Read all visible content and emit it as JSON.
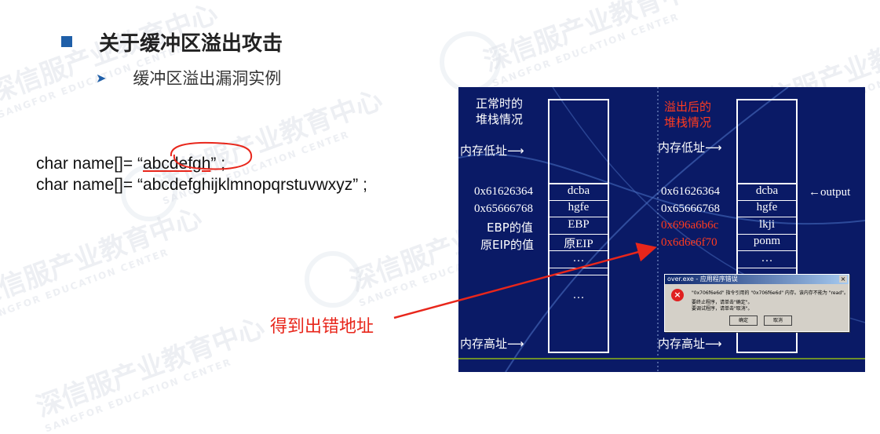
{
  "slide": {
    "title": "关于缓冲区溢出攻击",
    "subtitle": "缓冲区溢出漏洞实例",
    "bullet_arrow": "➤"
  },
  "watermark": {
    "text": "深信服产业教育中心",
    "english": "SANGFOR EDUCATION CENTER"
  },
  "code": {
    "line1_prefix": "char name[]= “",
    "line1_value": "abcdefgh",
    "line1_suffix": "” ;",
    "line2": "char name[]= “abcdefghijklmnopqrstuvwxyz” ;"
  },
  "diagram": {
    "normal_title_1": "正常时的",
    "normal_title_2": "堆栈情况",
    "overflow_title_1": "溢出后的",
    "overflow_title_2": "堆栈情况",
    "low_addr": "内存低址",
    "high_addr": "内存高址",
    "output_label": "←output",
    "normal_rows": [
      {
        "addr": "0x61626364",
        "cell": "dcba"
      },
      {
        "addr": "0x65666768",
        "cell": "hgfe"
      },
      {
        "addr": "EBP的值",
        "cell": "EBP"
      },
      {
        "addr": "原EIP的值",
        "cell": "原EIP"
      },
      {
        "addr": "",
        "cell": "…"
      },
      {
        "addr": "",
        "cell": ""
      },
      {
        "addr": "",
        "cell": "…"
      }
    ],
    "overflow_rows": [
      {
        "addr": "0x61626364",
        "cell": "dcba"
      },
      {
        "addr": "0x65666768",
        "cell": "hgfe"
      },
      {
        "addr": "0x696a6b6c",
        "cell": "lkji"
      },
      {
        "addr": "0x6d6e6f70",
        "cell": "ponm"
      },
      {
        "addr": "",
        "cell": "…"
      }
    ]
  },
  "dialog": {
    "title": "over.exe - 应用程序错误",
    "close": "×",
    "icon": "×",
    "line1": "\"0x706f6e6d\" 指令引用的 \"0x706f6e6d\" 内存。该内存不能为 \"read\"。",
    "line2": "要终止程序，请单击\"确定\"。",
    "line3": "要调试程序，请单击\"取消\"。",
    "ok": "确定",
    "cancel": "取消"
  },
  "annotation": "得到出错地址",
  "colors": {
    "accent": "#1f5fa8",
    "panel_bg": "#0a1a66",
    "overflow_red": "#ff3b1f",
    "annotation_red": "#e8261b"
  }
}
